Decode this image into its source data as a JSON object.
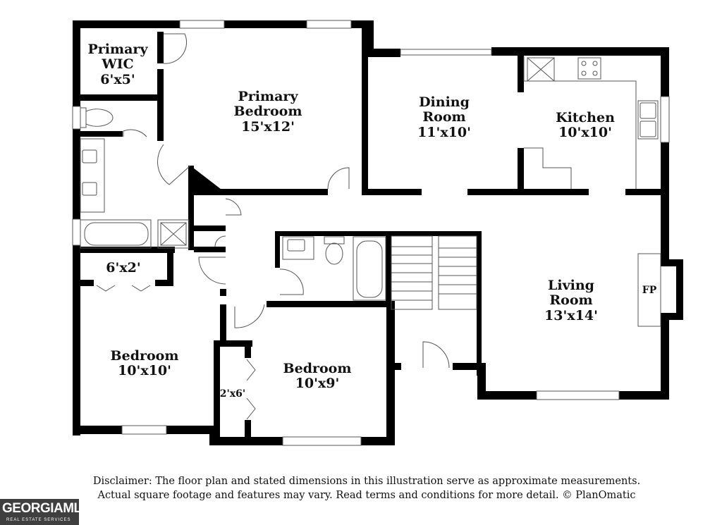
{
  "rooms": {
    "primary_wic": {
      "line1": "Primary",
      "line2": "WIC",
      "line3": "6'x5'"
    },
    "primary_bedroom": {
      "line1": "Primary",
      "line2": "Bedroom",
      "line3": "15'x12'"
    },
    "dining_room": {
      "line1": "Dining",
      "line2": "Room",
      "line3": "11'x10'"
    },
    "kitchen": {
      "line1": "Kitchen",
      "line2": "10'x10'"
    },
    "living_room": {
      "line1": "Living",
      "line2": "Room",
      "line3": "13'x14'"
    },
    "fireplace": "FP",
    "closet_6x2": "6'x2'",
    "bedroom_left": {
      "line1": "Bedroom",
      "line2": "10'x10'"
    },
    "bedroom_center": {
      "line1": "Bedroom",
      "line2": "10'x9'"
    },
    "closet_2x6": "2'x6'"
  },
  "disclaimer": {
    "line1": "Disclaimer: The floor plan and stated dimensions in this illustration serve as approximate measurements.",
    "line2": "Actual square footage and features may vary. Read terms and conditions for more detail. © PlanOmatic"
  },
  "logo": {
    "name": "GEORGIAMLS",
    "tagline": "REAL ESTATE SERVICES"
  },
  "colors": {
    "wall": "#000000",
    "fixture": "#555555",
    "background": "#ffffff",
    "logo_bg": "#3f3f3f"
  }
}
